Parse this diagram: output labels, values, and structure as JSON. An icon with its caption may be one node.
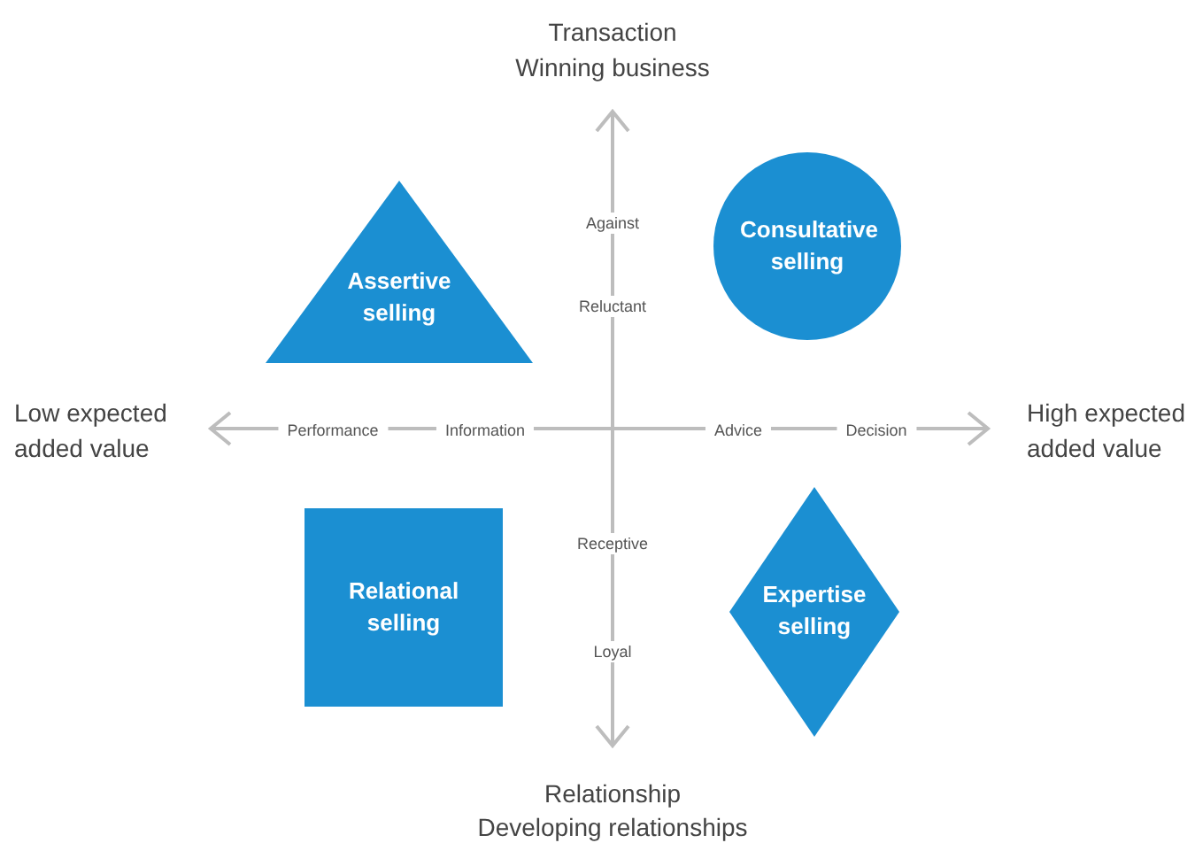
{
  "diagram": {
    "nodes": [
      {
        "text": [
          "Assertive selling"
        ]
      },
      {
        "text": [
          "Consultative selling"
        ]
      },
      {
        "text": [
          "Relational selling"
        ]
      },
      {
        "text": [
          "Expertise selling"
        ]
      }
    ],
    "labels": [
      "Transaction",
      "Winning business",
      "Against",
      "Reluctant",
      "Low expected added value",
      "Performance",
      "Information",
      "Advice",
      "Decision",
      "High expected added value",
      "Receptive",
      "Loyal",
      "Relationship",
      "Developing relationships"
    ]
  }
}
